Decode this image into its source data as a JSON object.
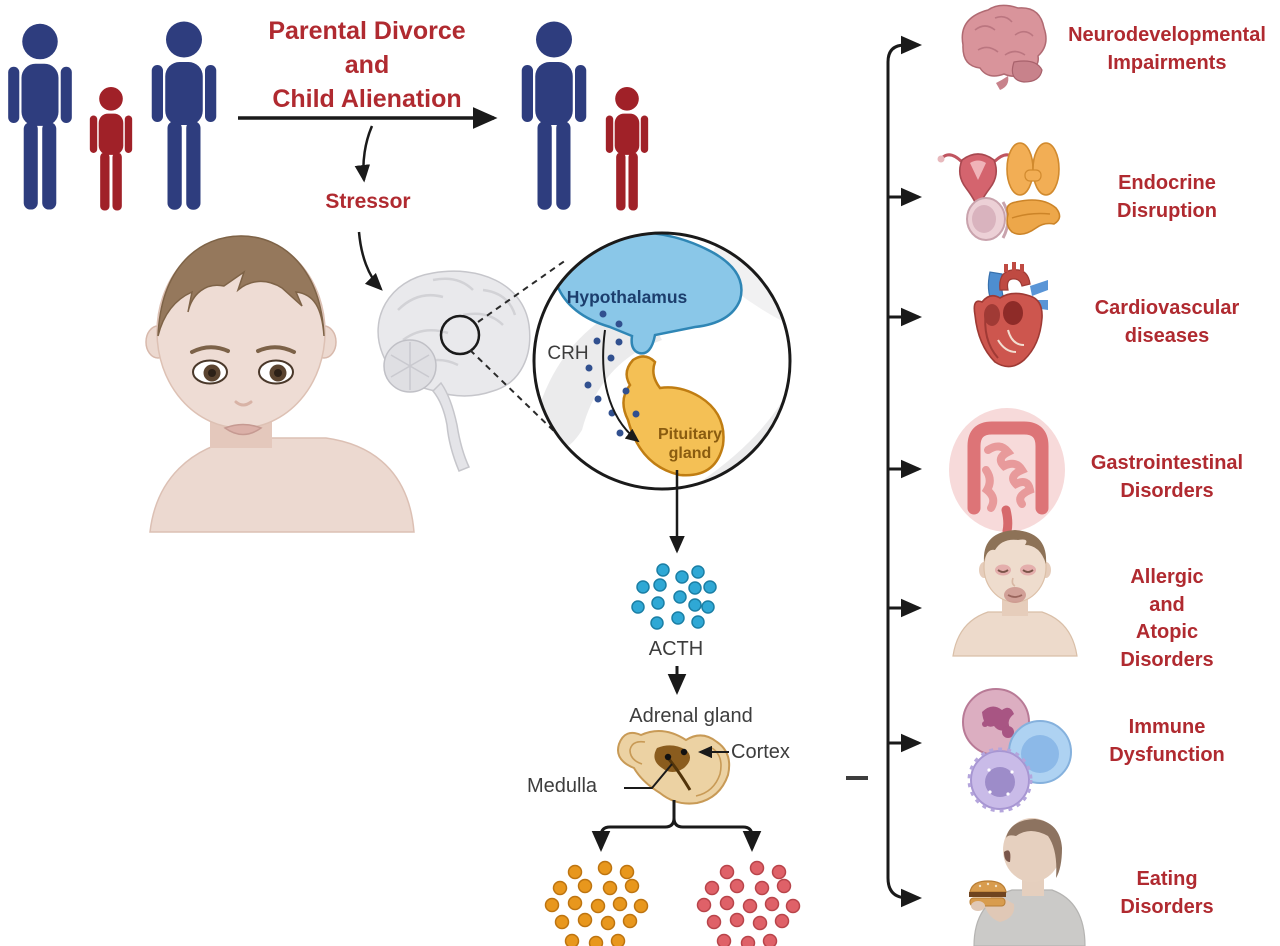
{
  "figure": {
    "title": "Parental Divorce\nand\nChild Alienation",
    "stressor": "Stressor"
  },
  "brain_inset": {
    "hypothalamus": "Hypothalamus",
    "crh": "CRH",
    "pituitary": "Pituitary\ngland"
  },
  "hpa_axis": {
    "acth": "ACTH",
    "adrenal": "Adrenal gland",
    "cortex": "Cortex",
    "medulla": "Medulla"
  },
  "outcomes": [
    {
      "icon": "brain-icon",
      "label": "Neurodevelopmental\nImpairments"
    },
    {
      "icon": "endocrine-organs-icon",
      "label": "Endocrine\nDisruption"
    },
    {
      "icon": "heart-icon",
      "label": "Cardiovascular\ndiseases"
    },
    {
      "icon": "intestines-icon",
      "label": "Gastrointestinal\nDisorders"
    },
    {
      "icon": "allergic-face-icon",
      "label": "Allergic\nand\nAtopic\nDisorders"
    },
    {
      "icon": "immune-cells-icon",
      "label": "Immune\nDysfunction"
    },
    {
      "icon": "eating-person-icon",
      "label": "Eating\nDisorders"
    }
  ],
  "colors": {
    "accent_red_text": "#b02a30",
    "parent_blue": "#2e3d7e",
    "child_red": "#a02128",
    "hypothalamus_blue": "#8ac7e8",
    "pituitary_orange": "#f4c055",
    "acth_dot_cyan": "#2fa8d5",
    "crh_dot_navy": "#31508f",
    "cortisol_dot_orange": "#e8971d",
    "adrenaline_dot_red": "#df6168",
    "arrow_black": "#1a1a1a"
  }
}
